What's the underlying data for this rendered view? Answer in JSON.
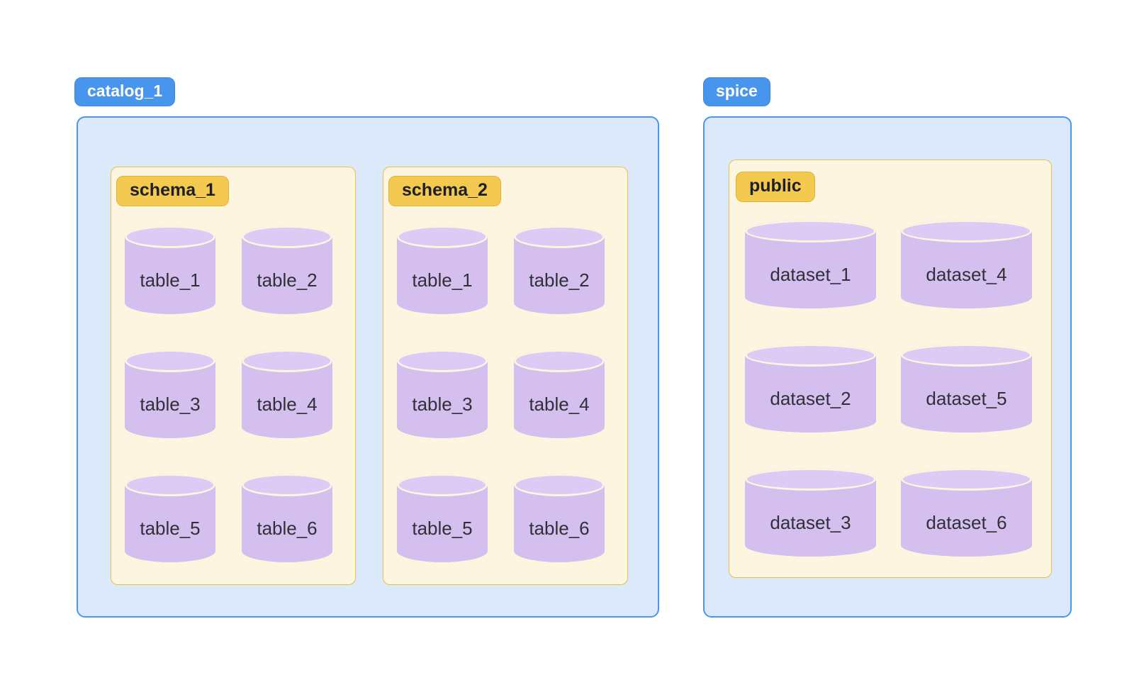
{
  "diagram": {
    "catalogs": [
      {
        "label": "catalog_1",
        "schemas": [
          {
            "label": "schema_1",
            "tables": [
              "table_1",
              "table_2",
              "table_3",
              "table_4",
              "table_5",
              "table_6"
            ]
          },
          {
            "label": "schema_2",
            "tables": [
              "table_1",
              "table_2",
              "table_3",
              "table_4",
              "table_5",
              "table_6"
            ]
          }
        ]
      },
      {
        "label": "spice",
        "schemas": [
          {
            "label": "public",
            "tables": [
              "dataset_1",
              "dataset_2",
              "dataset_3",
              "dataset_4",
              "dataset_5",
              "dataset_6"
            ]
          }
        ]
      }
    ],
    "colors": {
      "catalog_badge": "#4795EC",
      "catalog_badge_text": "#FFFFFF",
      "catalog_box_fill": "#DBE9FB",
      "catalog_box_border": "#4B96E8",
      "schema_badge": "#F3C94F",
      "schema_badge_text": "#1F1F27",
      "schema_box_fill": "#FCF5DF",
      "schema_box_border": "#E6C04A",
      "cylinder_body": "#D5BFEF",
      "cylinder_top": "#DCCBF4",
      "cylinder_text": "#30303A",
      "page_background": "#FFFFFF"
    }
  }
}
